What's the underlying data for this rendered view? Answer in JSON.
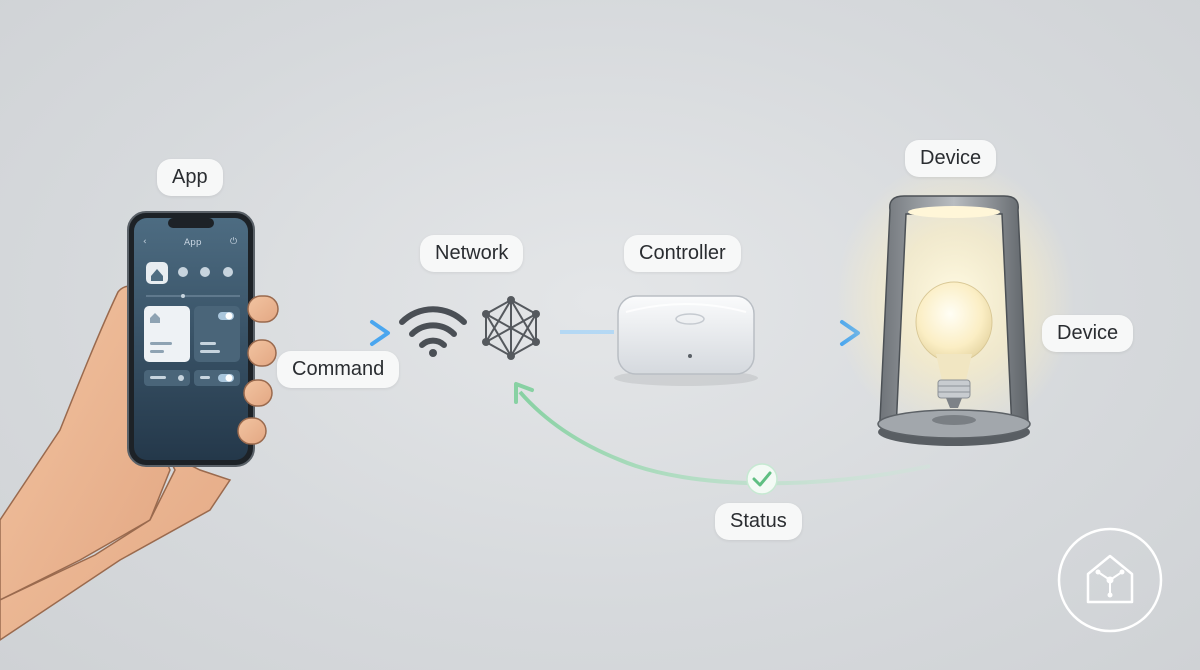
{
  "labels": {
    "app": "App",
    "network": "Network",
    "controller": "Controller",
    "device_top": "Device",
    "device_side": "Device",
    "command": "Command",
    "status": "Status"
  },
  "phone": {
    "header_title": "App",
    "back_icon": "chevron-left-icon",
    "power_icon": "power-icon"
  },
  "icons": {
    "network_wifi": "wifi-icon",
    "network_mesh": "mesh-network-icon",
    "status_check": "check-circle-icon",
    "brand_logo": "smart-home-logo-icon"
  },
  "colors": {
    "command_arrow": "#5aaef0",
    "status_arrow": "#8fd3a8",
    "phone_screen": "#2f4a5e",
    "bulb_glow": "#fff3c8"
  }
}
